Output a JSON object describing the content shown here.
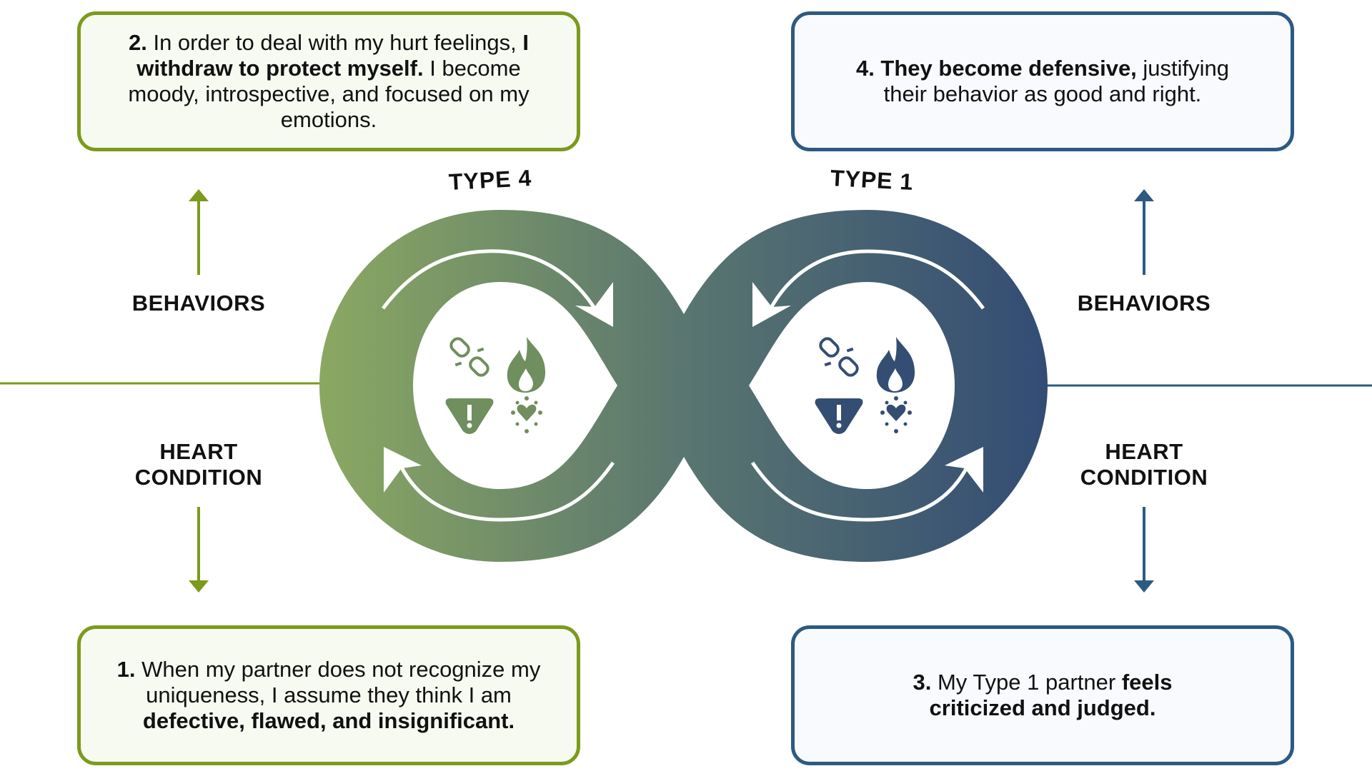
{
  "colors": {
    "green": "#7c9a1c",
    "blue": "#2d5a82",
    "gradient_start": "#8ba862",
    "gradient_end": "#334c74"
  },
  "types": {
    "left": "TYPE 4",
    "right": "TYPE 1"
  },
  "labels": {
    "behaviors_left": "BEHAVIORS",
    "behaviors_right": "BEHAVIORS",
    "heart_left_line1": "HEART",
    "heart_left_line2": "CONDITION",
    "heart_right_line1": "HEART",
    "heart_right_line2": "CONDITION"
  },
  "boxes": {
    "box1": {
      "num": "1.",
      "text1": " When my partner does not recognize my uniqueness, I assume they think I am ",
      "bold": "defective, flawed, and insignificant."
    },
    "box2": {
      "num": "2.",
      "text1": " In order to deal with my hurt feelings, ",
      "bold": "I withdraw to protect myself.",
      "text2": " I become moody, introspective, and focused on my emotions."
    },
    "box3": {
      "num": "3.",
      "text1": " My Type 1 partner ",
      "bold": "feels criticized and judged."
    },
    "box4": {
      "bold": "4. They become defensive,",
      "text1": " justifying their behavior as good and right."
    }
  },
  "icons": [
    "broken-link-icon",
    "flame-icon",
    "warning-icon",
    "heart-burst-icon"
  ]
}
